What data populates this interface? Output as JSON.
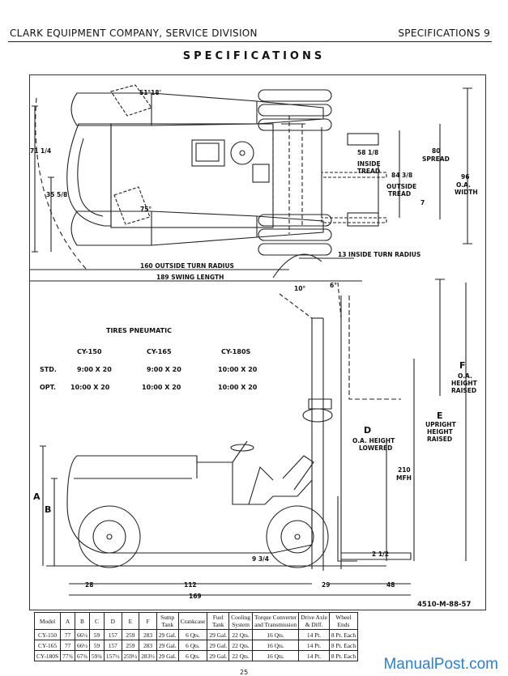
{
  "header": {
    "company": "CLARK EQUIPMENT COMPANY,  SERVICE DIVISION",
    "section": "SPECIFICATIONS  9"
  },
  "title": "SPECIFICATIONS",
  "top_view": {
    "dims": {
      "d71": "71 1/4",
      "d35": "35 5/8",
      "a51": "51°18'",
      "a75": "75°",
      "d58": "58 1/8",
      "inside_tread": "INSIDE\nTREAD",
      "d84": "84 3/8",
      "outside_tread": "OUTSIDE\nTREAD",
      "d80": "80",
      "spread": "SPREAD",
      "d96": "96",
      "oa_width": "O.A.\nWIDTH",
      "d7": "7",
      "outside_turn": "160 OUTSIDE TURN RADIUS",
      "inside_turn": "13 INSIDE TURN RADIUS",
      "swing": "189 SWING LENGTH"
    }
  },
  "tires": {
    "heading": "TIRES PNEUMATIC",
    "models": [
      "CY-150",
      "CY-165",
      "CY-180S"
    ],
    "rows": [
      {
        "label": "STD.",
        "values": [
          "9:00 X 20",
          "9:00 X 20",
          "10:00 X 20"
        ]
      },
      {
        "label": "OPT.",
        "values": [
          "10:00 X 20",
          "10:00 X 20",
          "10:00 X 20"
        ]
      }
    ]
  },
  "side_view": {
    "dims": {
      "tilt_back": "10°",
      "tilt_fwd": "6°",
      "f_label": "F",
      "f_desc": "O.A.\nHEIGHT\nRAISED",
      "e_label": "E",
      "e_desc": "UPRIGHT\nHEIGHT\nRAISED",
      "d_label": "D",
      "d_desc": "O.A. HEIGHT\nLOWERED",
      "mfh": "210\nMFH",
      "a_label": "A",
      "b_label": "B",
      "ground": "9 3/4",
      "fork": "2 1/2",
      "d28": "28",
      "d112": "112",
      "d29": "29",
      "d48": "48",
      "d169": "169"
    }
  },
  "drawing_number": "4510-M-88-57",
  "spec_table": {
    "headers": [
      "Model",
      "A",
      "B",
      "C",
      "D",
      "E",
      "F",
      "Sump\nTank",
      "Crankcase",
      "Fuel\nTank",
      "Cooling\nSystem",
      "Torque Converter\nand Transmission",
      "Drive Axle\n& Diff.",
      "Wheel\nEnds"
    ],
    "rows": [
      [
        "CY-150",
        "77",
        "66½",
        "59",
        "157",
        "259",
        "283",
        "29 Gal.",
        "6 Qts.",
        "29 Gal.",
        "22 Qts.",
        "16 Qts.",
        "14 Pt.",
        "8 Pt. Each"
      ],
      [
        "CY-165",
        "77",
        "66½",
        "59",
        "157",
        "259",
        "283",
        "29 Gal.",
        "6 Qts.",
        "29 Gal.",
        "22 Qts.",
        "16 Qts.",
        "14 Pt.",
        "8 Pt. Each"
      ],
      [
        "CY-180S",
        "77¾",
        "67¾",
        "59¾",
        "157½",
        "259½",
        "283½",
        "29 Gal.",
        "6 Qts.",
        "29 Gal.",
        "22 Qts.",
        "16 Qts.",
        "14 Pt.",
        "8 Pt. Each"
      ]
    ]
  },
  "watermark": "ManualPost.com",
  "page_number": "25"
}
